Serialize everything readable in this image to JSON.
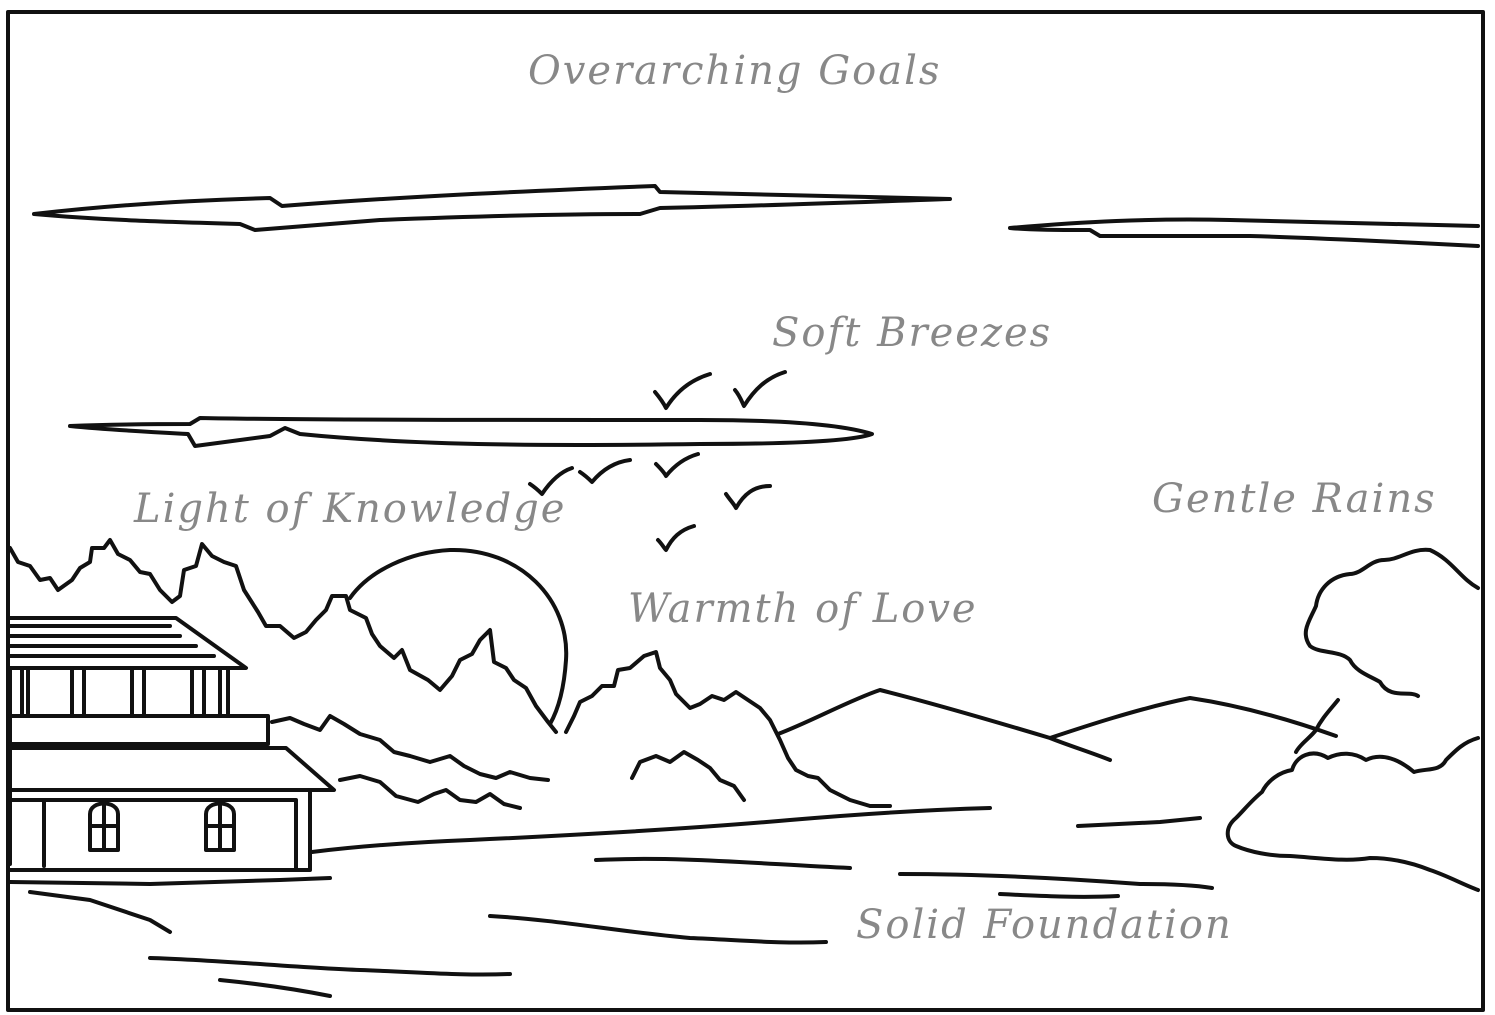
{
  "labels": {
    "goals": "Overarching Goals",
    "breezes": "Soft Breezes",
    "light": "Light of Knowledge",
    "rains": "Gentle Rains",
    "love": "Warmth of Love",
    "foundation": "Solid Foundation"
  },
  "colors": {
    "ink": "#111111",
    "label": "#888888",
    "paper": "#ffffff"
  }
}
